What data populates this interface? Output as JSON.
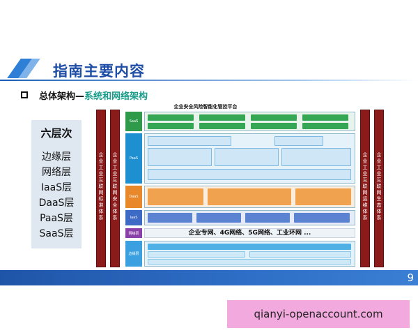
{
  "page_title": "指南主要内容",
  "subtitle": {
    "prefix": "总体架构—",
    "highlight": "系统和网络架构"
  },
  "layers": {
    "heading": "六层次",
    "items": [
      "边缘层",
      "网络层",
      "IaaS层",
      "DaaS层",
      "PaaS层",
      "SaaS层"
    ]
  },
  "diagram": {
    "title": "企业安全风险智能化管控平台",
    "left_pillars": [
      "企业工业互联网标准体系",
      "企业工业互联网安全体系"
    ],
    "right_pillars": [
      "企业工业互联网运维体系",
      "企业工业互联网生态体系"
    ],
    "tags": [
      "SaaS",
      "PaaS",
      "DaaS",
      "IaaS",
      "网络层",
      "边缘层"
    ],
    "network_banner": "企业专网、4G网络、5G网络、工业环网 ...",
    "colors": {
      "saas": "#2e9a4a",
      "paas": "#1e8fd0",
      "daas": "#e9882b",
      "iaas": "#3d6ac4",
      "network": "#8b3fa8",
      "edge": "#3aa0e0",
      "pillar": "#8b1a1a"
    }
  },
  "page_number": "9",
  "watermark": "qianyi-openaccount.com"
}
